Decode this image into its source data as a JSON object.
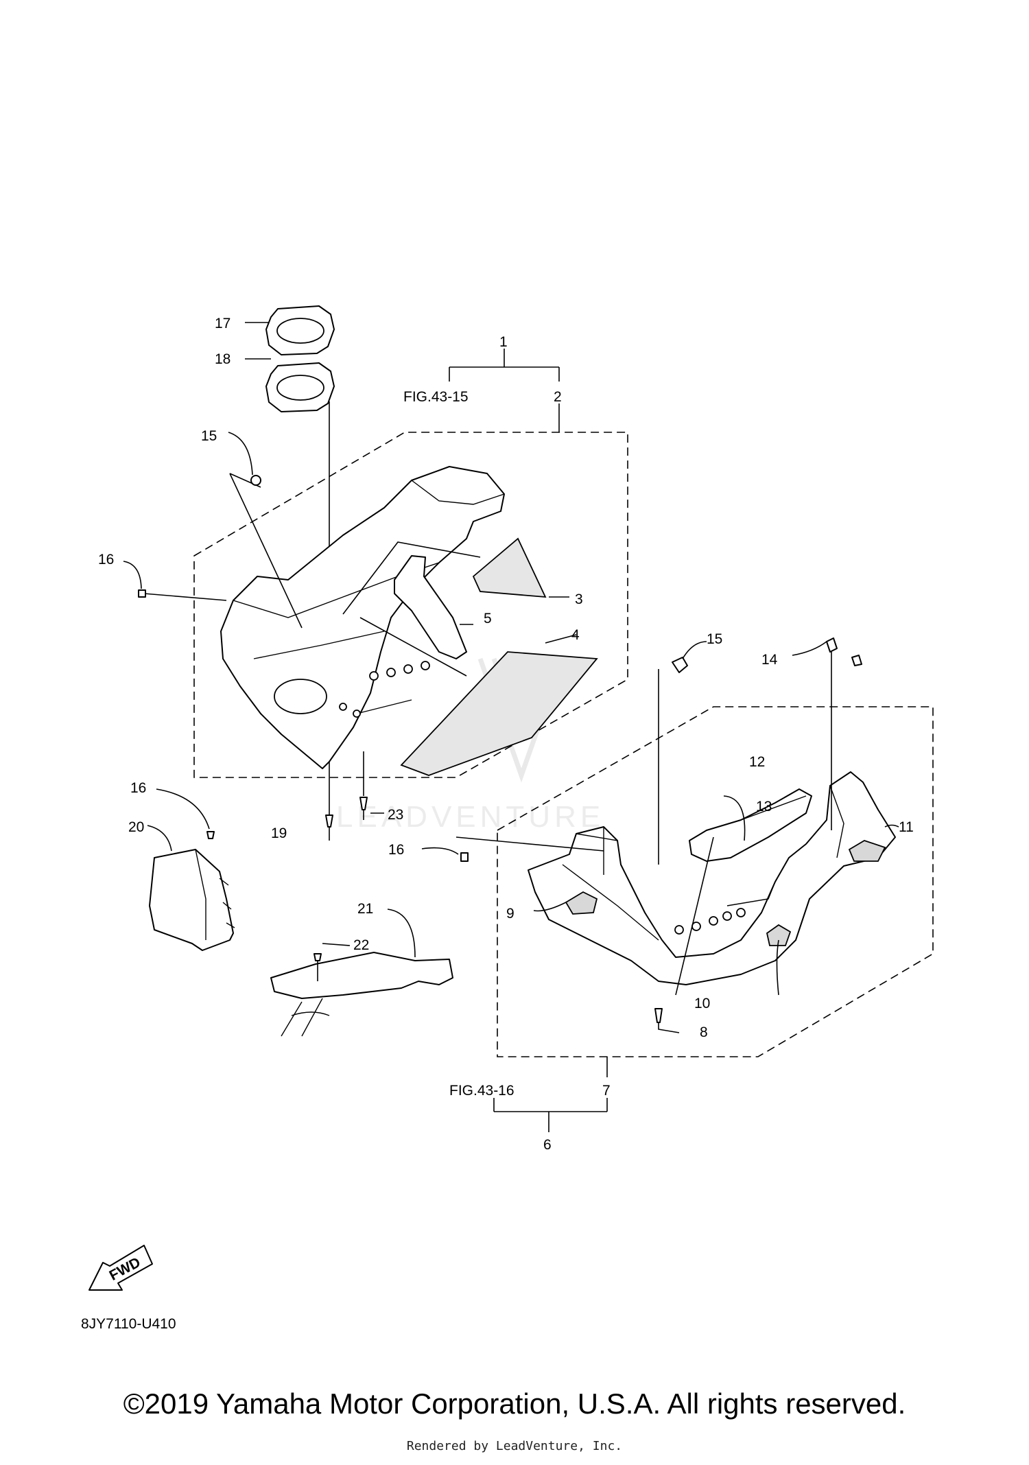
{
  "drawing_number": "8JY7110-U410",
  "copyright": "©2019 Yamaha Motor Corporation, U.S.A. All rights reserved.",
  "rendered_by": "Rendered by LeadVenture, Inc.",
  "watermark": "LEADVENTURE",
  "fwd_label": "FWD",
  "figure_refs": {
    "upper": "FIG.43-15",
    "lower": "FIG.43-16"
  },
  "callouts": {
    "c1": "1",
    "c2": "2",
    "c3": "3",
    "c4": "4",
    "c5": "5",
    "c6": "6",
    "c7": "7",
    "c8": "8",
    "c9": "9",
    "c10": "10",
    "c11": "11",
    "c12": "12",
    "c13": "13",
    "c14": "14",
    "c15a": "15",
    "c15b": "15",
    "c16a": "16",
    "c16b": "16",
    "c16c": "16",
    "c17": "17",
    "c18": "18",
    "c19": "19",
    "c20": "20",
    "c21": "21",
    "c22": "22",
    "c23": "23"
  }
}
